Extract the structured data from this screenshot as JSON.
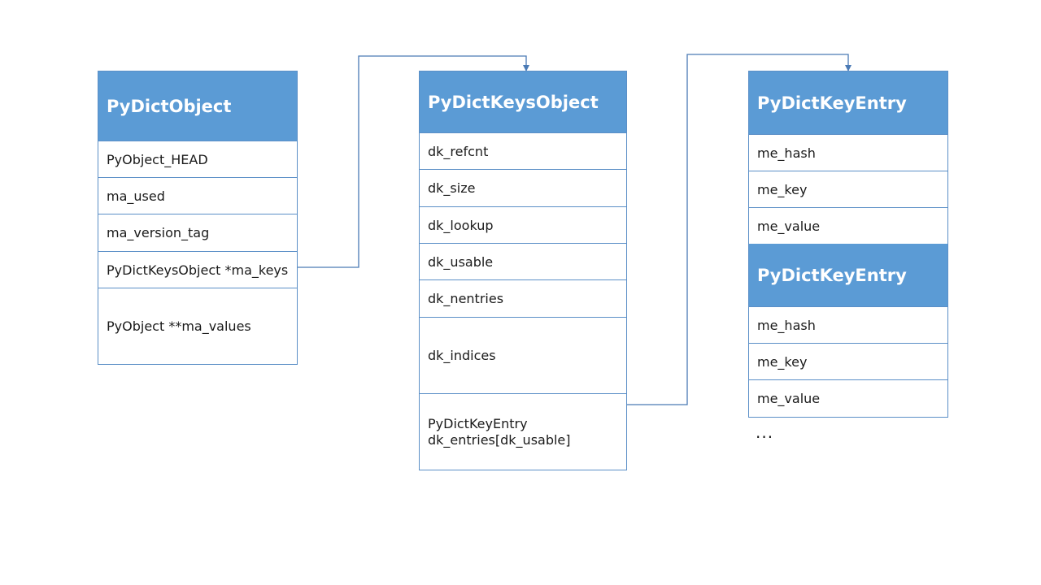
{
  "colors": {
    "header_fill": "#5b9bd5",
    "border": "#5b8fc7",
    "connector": "#4a7ab5"
  },
  "dict_object": {
    "title": "PyDictObject",
    "fields": [
      "PyObject_HEAD",
      "ma_used",
      "ma_version_tag",
      "PyDictKeysObject *ma_keys",
      "PyObject **ma_values"
    ]
  },
  "keys_object": {
    "title": "PyDictKeysObject",
    "fields": [
      "dk_refcnt",
      "dk_size",
      "dk_lookup",
      "dk_usable",
      "dk_nentries",
      "dk_indices"
    ],
    "entries_field_line1": "PyDictKeyEntry",
    "entries_field_line2": "dk_entries[dk_usable]"
  },
  "key_entries": [
    {
      "title": "PyDictKeyEntry",
      "fields": [
        "me_hash",
        "me_key",
        "me_value"
      ]
    },
    {
      "title": "PyDictKeyEntry",
      "fields": [
        "me_hash",
        "me_key",
        "me_value"
      ]
    }
  ],
  "ellipsis": "..."
}
